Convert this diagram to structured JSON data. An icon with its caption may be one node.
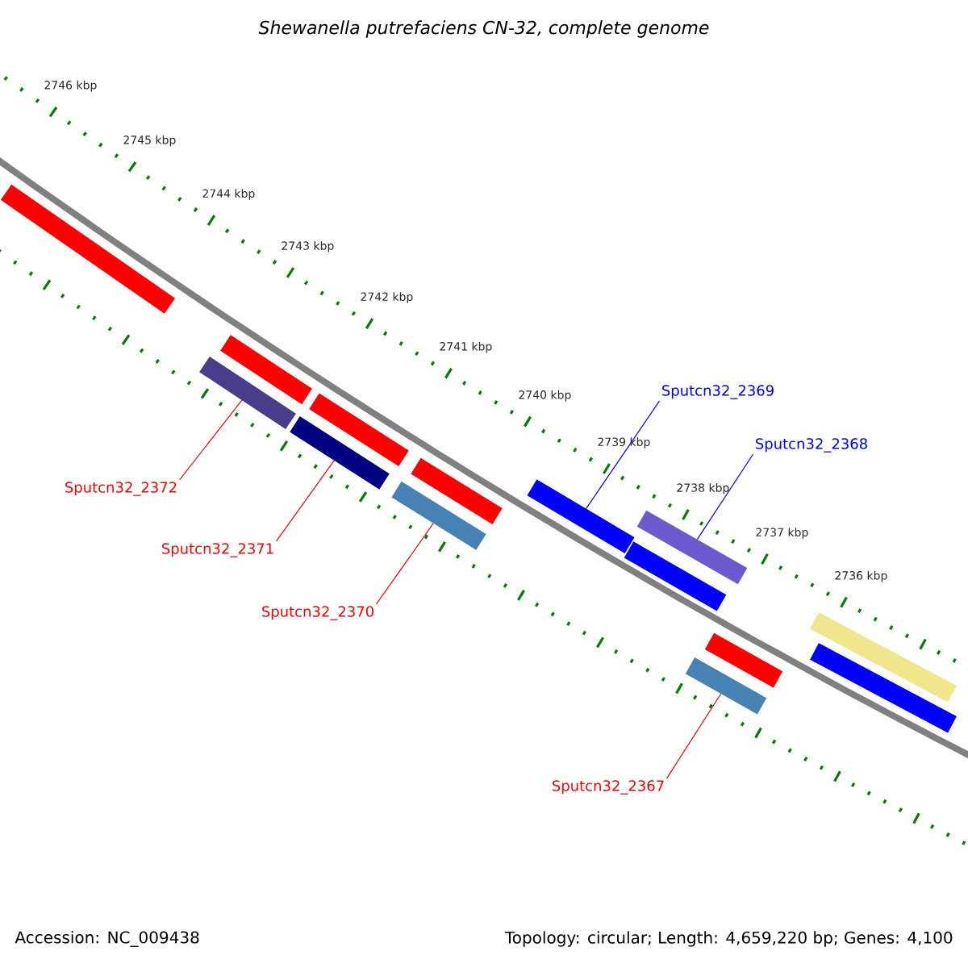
{
  "diagram": {
    "title": "Shewanella putrefaciens CN-32, complete genome",
    "nodes": [
      {
        "text": [],
        "shape": "bar"
      },
      {
        "text": [],
        "shape": "bar"
      },
      {
        "text": [],
        "shape": "bar"
      },
      {
        "text": [],
        "shape": "bar"
      },
      {
        "text": [],
        "shape": "bar"
      },
      {
        "text": [],
        "shape": "bar"
      },
      {
        "text": [],
        "shape": "bar"
      },
      {
        "text": [],
        "shape": "bar"
      },
      {
        "text": [],
        "shape": "bar"
      },
      {
        "text": [],
        "shape": "bar"
      },
      {
        "text": [],
        "shape": "bar"
      },
      {
        "text": [],
        "shape": "bar"
      },
      {
        "text": [],
        "shape": "bar"
      },
      {
        "text": [],
        "shape": "bar"
      },
      {
        "text": [
          "Sputcn32_2372"
        ]
      },
      {
        "text": [
          "Sputcn32_2371"
        ]
      },
      {
        "text": [
          "Sputcn32_2370"
        ]
      },
      {
        "text": [
          "Sputcn32_2369"
        ]
      },
      {
        "text": [
          "Sputcn32_2368"
        ]
      },
      {
        "text": [
          "Sputcn32_2367"
        ]
      }
    ],
    "edges": [
      {
        "from": 14,
        "to": 2,
        "arrow": "none"
      },
      {
        "from": 15,
        "to": 4,
        "arrow": "none"
      },
      {
        "from": 16,
        "to": 6,
        "arrow": "none"
      },
      {
        "from": 17,
        "to": 7,
        "arrow": "none",
        "color": "#0000ff"
      },
      {
        "from": 18,
        "to": 9,
        "arrow": "none",
        "color": "#0000ff"
      },
      {
        "from": 19,
        "to": 11,
        "arrow": "none"
      }
    ],
    "labels": [
      "2746 kbp",
      "2745 kbp",
      "2744 kbp",
      "2743 kbp",
      "2742 kbp",
      "2741 kbp",
      "2740 kbp",
      "2739 kbp",
      "2738 kbp",
      "2737 kbp",
      "2736 kbp",
      "Accession: NC_009438",
      "Topology: circular; Length: 4,659,220 bp; Genes: 4,100"
    ]
  }
}
